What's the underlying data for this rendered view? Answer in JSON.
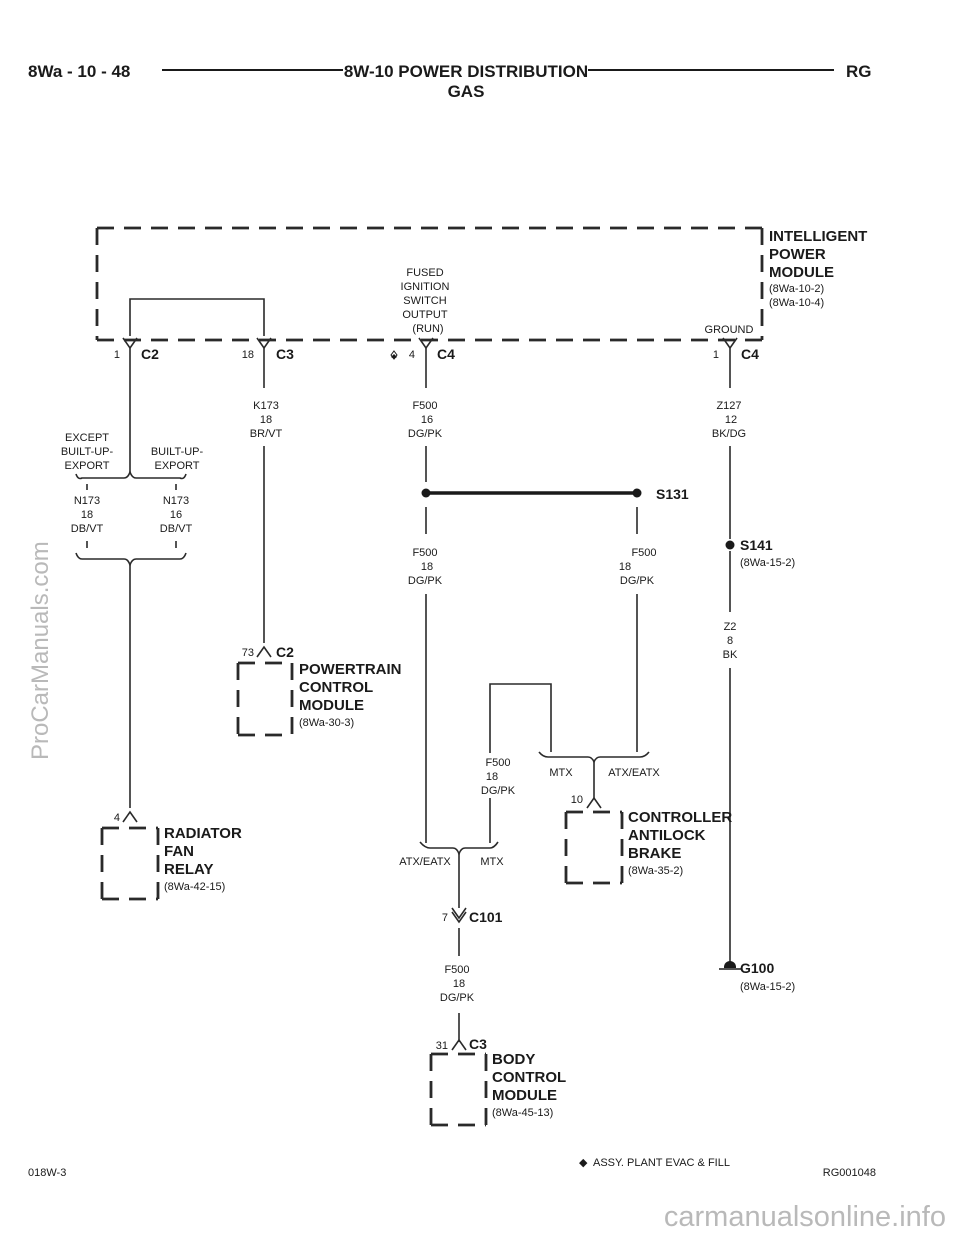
{
  "header": {
    "left": "8Wa - 10 - 48",
    "title_line1": "8W-10 POWER DISTRIBUTION",
    "title_line2": "GAS",
    "right": "RG"
  },
  "modules": {
    "ipm": {
      "name": [
        "INTELLIGENT",
        "POWER",
        "MODULE"
      ],
      "refs": [
        "(8Wa-10-2)",
        "(8Wa-10-4)"
      ]
    },
    "pcm": {
      "name": [
        "POWERTRAIN",
        "CONTROL",
        "MODULE"
      ],
      "refs": [
        "(8Wa-30-3)"
      ]
    },
    "rfr": {
      "name": [
        "RADIATOR",
        "FAN",
        "RELAY"
      ],
      "refs": [
        "(8Wa-42-15)"
      ]
    },
    "cab": {
      "name": [
        "CONTROLLER",
        "ANTILOCK",
        "BRAKE"
      ],
      "refs": [
        "(8Wa-35-2)"
      ]
    },
    "bcm": {
      "name": [
        "BODY",
        "CONTROL",
        "MODULE"
      ],
      "refs": [
        "(8Wa-45-13)"
      ]
    }
  },
  "ipm_labels": {
    "fused": [
      "FUSED",
      "IGNITION",
      "SWITCH",
      "OUTPUT",
      "(RUN)"
    ],
    "ground": "GROUND"
  },
  "connectors": {
    "ipm_c2": {
      "pin": "1",
      "name": "C2"
    },
    "ipm_c3": {
      "pin": "18",
      "name": "C3"
    },
    "ipm_c4a": {
      "pin": "4",
      "name": "C4"
    },
    "ipm_c4b": {
      "pin": "1",
      "name": "C4"
    },
    "pcm_c2": {
      "pin": "73",
      "name": "C2"
    },
    "rfr": {
      "pin": "4"
    },
    "cab": {
      "pin": "10"
    },
    "c101": {
      "pin": "7",
      "name": "C101"
    },
    "bcm_c3": {
      "pin": "31",
      "name": "C3"
    }
  },
  "wires": {
    "k173": [
      "K173",
      "18",
      "BR/VT"
    ],
    "f500_16": [
      "F500",
      "16",
      "DG/PK"
    ],
    "z127": [
      "Z127",
      "12",
      "BK/DG"
    ],
    "n173_18": [
      "N173",
      "18",
      "DB/VT"
    ],
    "n173_16": [
      "N173",
      "16",
      "DB/VT"
    ],
    "f500_left": [
      "F500",
      "18",
      "DG/PK"
    ],
    "f500_right": [
      "F500",
      "18",
      "DG/PK"
    ],
    "z2": [
      "Z2",
      "8",
      "BK"
    ],
    "f500_mtx": [
      "F500",
      "18",
      "DG/PK"
    ],
    "f500_bcm": [
      "F500",
      "18",
      "DG/PK"
    ]
  },
  "options": {
    "except_export": [
      "EXCEPT",
      "BUILT-UP-",
      "EXPORT"
    ],
    "export": [
      "BUILT-UP-",
      "EXPORT"
    ],
    "mtx": "MTX",
    "atx_eatx": "ATX/EATX"
  },
  "splices": {
    "s131": {
      "name": "S131"
    },
    "s141": {
      "name": "S141",
      "ref": "(8Wa-15-2)"
    },
    "g100": {
      "name": "G100",
      "ref": "(8Wa-15-2)"
    }
  },
  "footer": {
    "left": "018W-3",
    "note_symbol": "◆",
    "note": "ASSY. PLANT EVAC & FILL",
    "right": "RG001048"
  },
  "watermarks": {
    "side": "ProCarManuals.com",
    "bottom": "carmanualsonline.info"
  },
  "colors": {
    "ink": "#1a1a1a",
    "watermark": "#b9b9b9"
  }
}
